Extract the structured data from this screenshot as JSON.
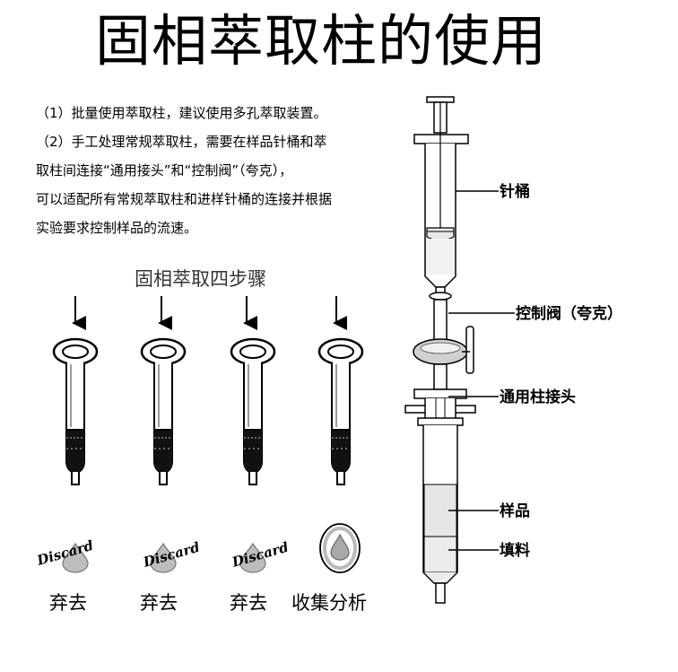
{
  "title": "固相萃取柱的使用",
  "paragraphs": [
    "（1）批量使用萃取柱，建议使用多孔萃取装置。",
    "（2）手工处理常规萃取柱，需要在样品针桶和萃",
    "取柱间连接“通用接头”和“控制阀”（夸克），",
    "可以适配所有常规萃取柱和进样针桶的连接并根据",
    "实验要求控制样品的流速。"
  ],
  "steps_title": "固相萃取四步骤",
  "steps": [
    {
      "label": "弃去",
      "stamp": "Discard"
    },
    {
      "label": "弃去",
      "stamp": "Discard"
    },
    {
      "label": "弃去",
      "stamp": "Discard"
    },
    {
      "label": "收集分析",
      "stamp": ""
    }
  ],
  "callouts": {
    "syringe": "针桶",
    "valve": "控制阀（夸克）",
    "connector": "通用柱接头",
    "sample": "样品",
    "packing": "填料"
  }
}
